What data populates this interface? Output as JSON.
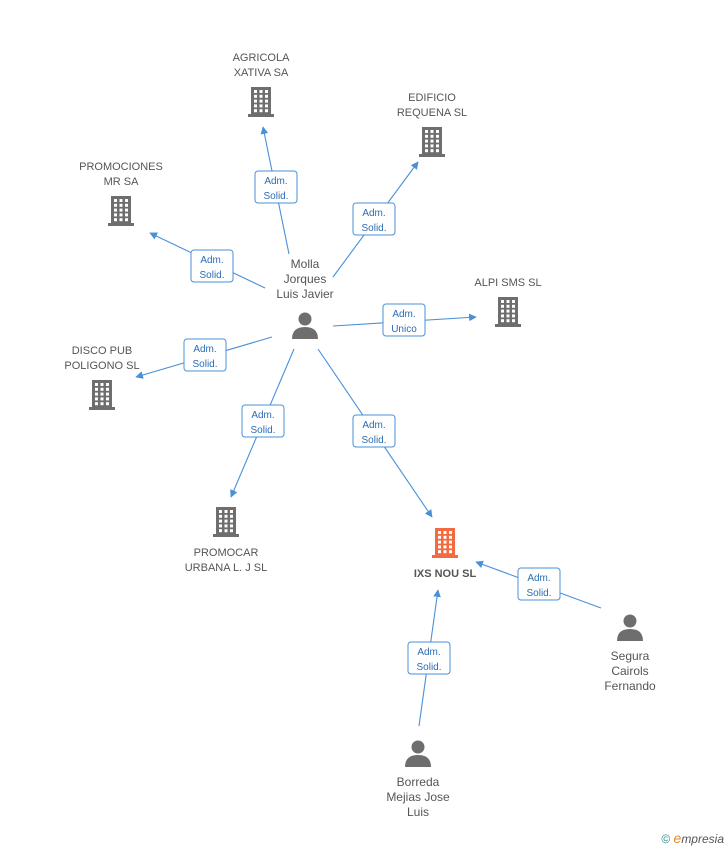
{
  "colors": {
    "edge": "#4a90d9",
    "company": "#6e6e6e",
    "focus_company": "#f26a3e",
    "person": "#6e6e6e"
  },
  "companies": [
    {
      "id": "agricola",
      "lines": [
        "AGRICOLA",
        "XATIVA SA"
      ],
      "focus": false
    },
    {
      "id": "edificio",
      "lines": [
        "EDIFICIO",
        "REQUENA SL"
      ],
      "focus": false
    },
    {
      "id": "promociones",
      "lines": [
        "PROMOCIONES",
        "MR SA"
      ],
      "focus": false
    },
    {
      "id": "alpi",
      "lines": [
        "ALPI SMS SL"
      ],
      "focus": false
    },
    {
      "id": "disco",
      "lines": [
        "DISCO PUB",
        "POLIGONO  SL"
      ],
      "focus": false
    },
    {
      "id": "promocar",
      "lines": [
        "PROMOCAR",
        "URBANA L.  J SL"
      ],
      "focus": false
    },
    {
      "id": "ixs",
      "lines": [
        "IXS NOU SL"
      ],
      "focus": true
    }
  ],
  "people": [
    {
      "id": "molla",
      "lines": [
        "Molla",
        "Jorques",
        "Luis Javier"
      ]
    },
    {
      "id": "segura",
      "lines": [
        "Segura",
        "Cairols",
        "Fernando"
      ]
    },
    {
      "id": "borreda",
      "lines": [
        "Borreda",
        "Mejias Jose",
        "Luis"
      ]
    }
  ],
  "relations": [
    {
      "from": "molla",
      "to": "agricola",
      "lines": [
        "Adm.",
        "Solid."
      ]
    },
    {
      "from": "molla",
      "to": "edificio",
      "lines": [
        "Adm.",
        "Solid."
      ]
    },
    {
      "from": "molla",
      "to": "promociones",
      "lines": [
        "Adm.",
        "Solid."
      ]
    },
    {
      "from": "molla",
      "to": "alpi",
      "lines": [
        "Adm.",
        "Unico"
      ]
    },
    {
      "from": "molla",
      "to": "disco",
      "lines": [
        "Adm.",
        "Solid."
      ]
    },
    {
      "from": "molla",
      "to": "promocar",
      "lines": [
        "Adm.",
        "Solid."
      ]
    },
    {
      "from": "molla",
      "to": "ixs",
      "lines": [
        "Adm.",
        "Solid."
      ]
    },
    {
      "from": "segura",
      "to": "ixs",
      "lines": [
        "Adm.",
        "Solid."
      ]
    },
    {
      "from": "borreda",
      "to": "ixs",
      "lines": [
        "Adm.",
        "Solid."
      ]
    }
  ],
  "footer": {
    "copyright": "©",
    "brand_initial": "e",
    "brand_rest": "mpresia"
  }
}
